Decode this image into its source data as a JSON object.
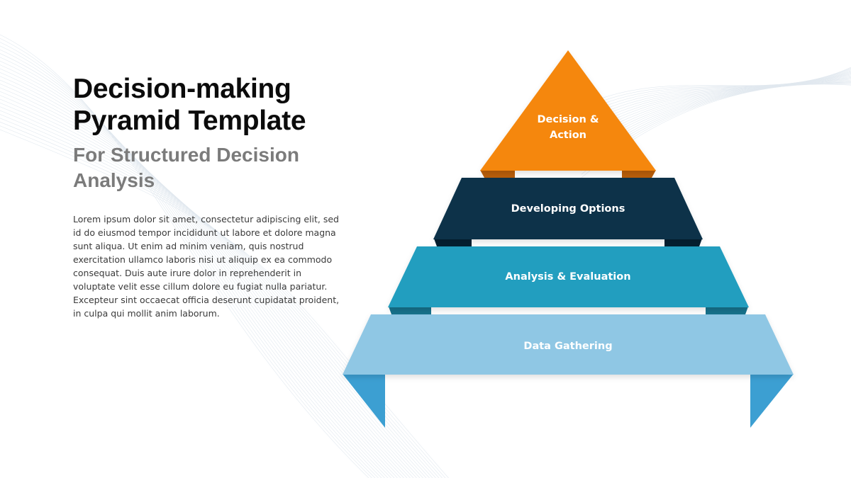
{
  "title_lines": [
    "Decision-making",
    "Pyramid Template"
  ],
  "subtitle_lines": [
    "For Structured Decision",
    "Analysis"
  ],
  "body": "Lorem ipsum dolor sit amet, consectetur adipiscing elit, sed id do eiusmod tempor incididunt ut labore et dolore magna sunt aliqua. Ut enim ad minim veniam, quis nostrud exercitation ullamco laboris nisi ut aliquip ex ea commodo consequat. Duis aute irure dolor in reprehenderit in voluptate velit esse cillum dolore eu fugiat nulla pariatur. Excepteur sint occaecat officia deserunt cupidatat proident, in culpa qui mollit anim laborum.",
  "pyramid": {
    "layers": [
      {
        "label_lines": [
          "Decision &",
          "Action"
        ],
        "color": "#f5870a",
        "tab_color": "#b85e0a"
      },
      {
        "label_lines": [
          "Developing Options"
        ],
        "color": "#07304a",
        "tab_color": "#041f30"
      },
      {
        "label_lines": [
          "Analysis & Evaluation"
        ],
        "color": "#229ebf",
        "tab_color": "#16718b"
      },
      {
        "label_lines": [
          "Data Gathering"
        ],
        "color": "#8fc7e4",
        "tab_color": "#3c9fd2"
      }
    ]
  }
}
